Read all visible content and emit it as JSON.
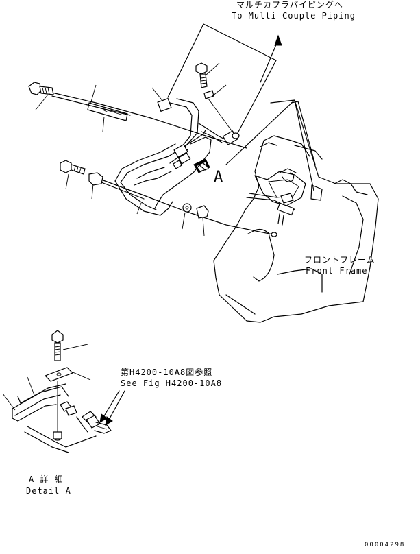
{
  "labels": {
    "multi_couple_jp": "マルチカプラパイピングへ",
    "multi_couple_en": "To Multi Couple Piping",
    "view_letter": "A",
    "front_frame_jp": "フロントフレーム",
    "front_frame_en": "Front Frame",
    "see_fig_jp": "第H4200-10A8図参照",
    "see_fig_en": "See Fig H4200-10A8",
    "detail_jp": "A 詳 細",
    "detail_en": "Detail A",
    "drawing_number": "00004298"
  }
}
